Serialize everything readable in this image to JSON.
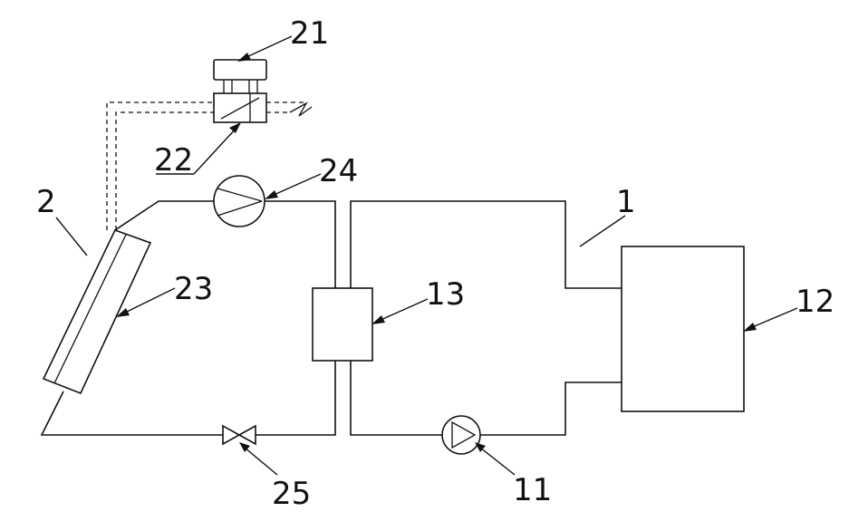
{
  "labels": {
    "l21": "21",
    "l22": "22",
    "l2": "2",
    "l23": "23",
    "l24": "24",
    "l1": "1",
    "l13": "13",
    "l12": "12",
    "l25": "25",
    "l11": "11"
  }
}
